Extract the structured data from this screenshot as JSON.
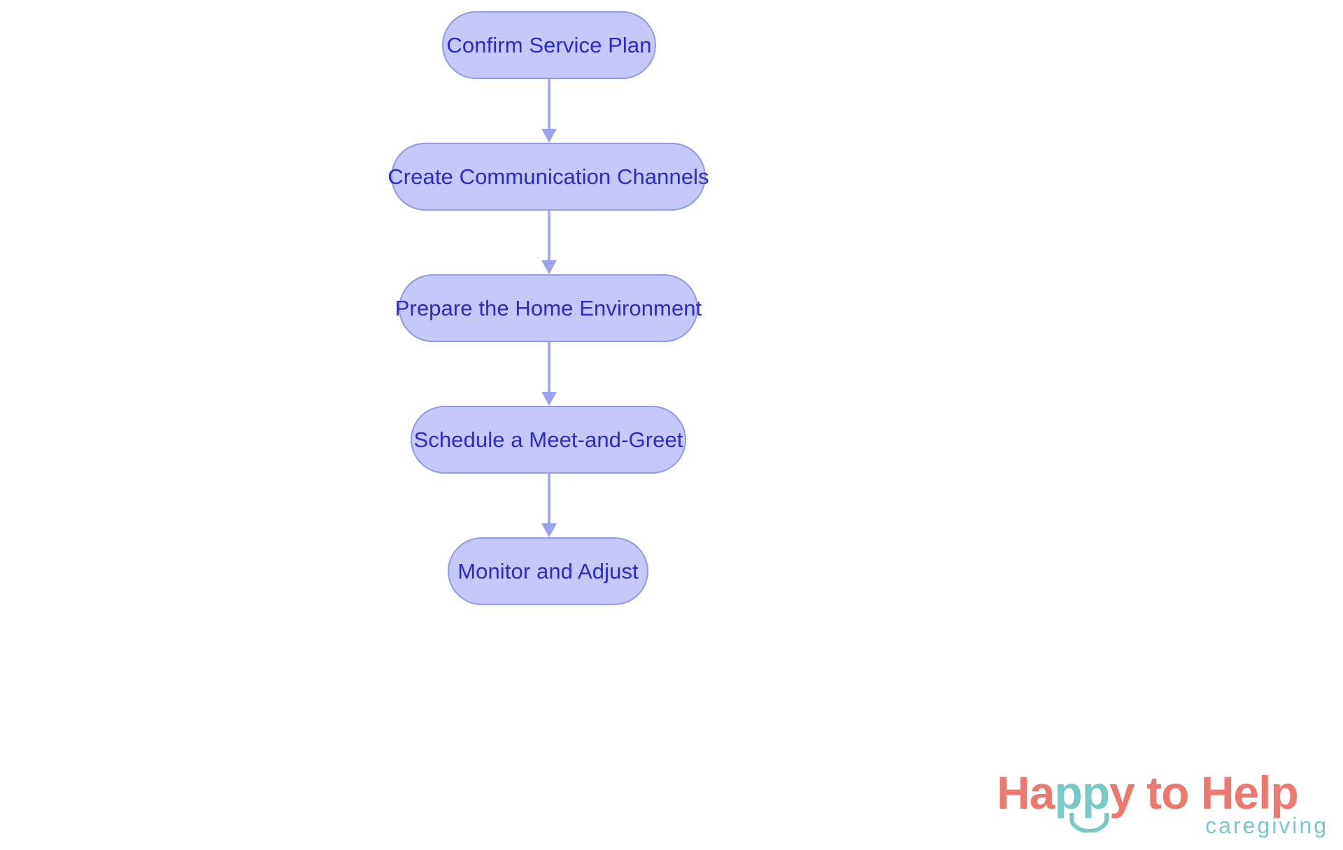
{
  "diagram": {
    "type": "flowchart",
    "orientation": "top-to-bottom",
    "background_color": "#ffffff",
    "node_fill_color": "#c6c8fa",
    "node_border_color": "#8f9ae8",
    "node_text_color": "#2a2ad0",
    "connector_color": "#9aa3ec",
    "nodes": [
      {
        "id": "n1",
        "label": "Confirm Service Plan"
      },
      {
        "id": "n2",
        "label": "Create Communication Channels"
      },
      {
        "id": "n3",
        "label": "Prepare the Home Environment"
      },
      {
        "id": "n4",
        "label": "Schedule a Meet-and-Greet"
      },
      {
        "id": "n5",
        "label": "Monitor and Adjust"
      }
    ],
    "edges": [
      {
        "from": "n1",
        "to": "n2"
      },
      {
        "from": "n2",
        "to": "n3"
      },
      {
        "from": "n3",
        "to": "n4"
      },
      {
        "from": "n4",
        "to": "n5"
      }
    ]
  },
  "logo": {
    "word_happy_h": "H",
    "word_happy_a": "a",
    "word_happy_pp": "pp",
    "word_happy_y": "y",
    "word_to_help": " to Help",
    "tagline": "caregiving",
    "coral_color": "#f0776b",
    "teal_color": "#79c9c6"
  }
}
